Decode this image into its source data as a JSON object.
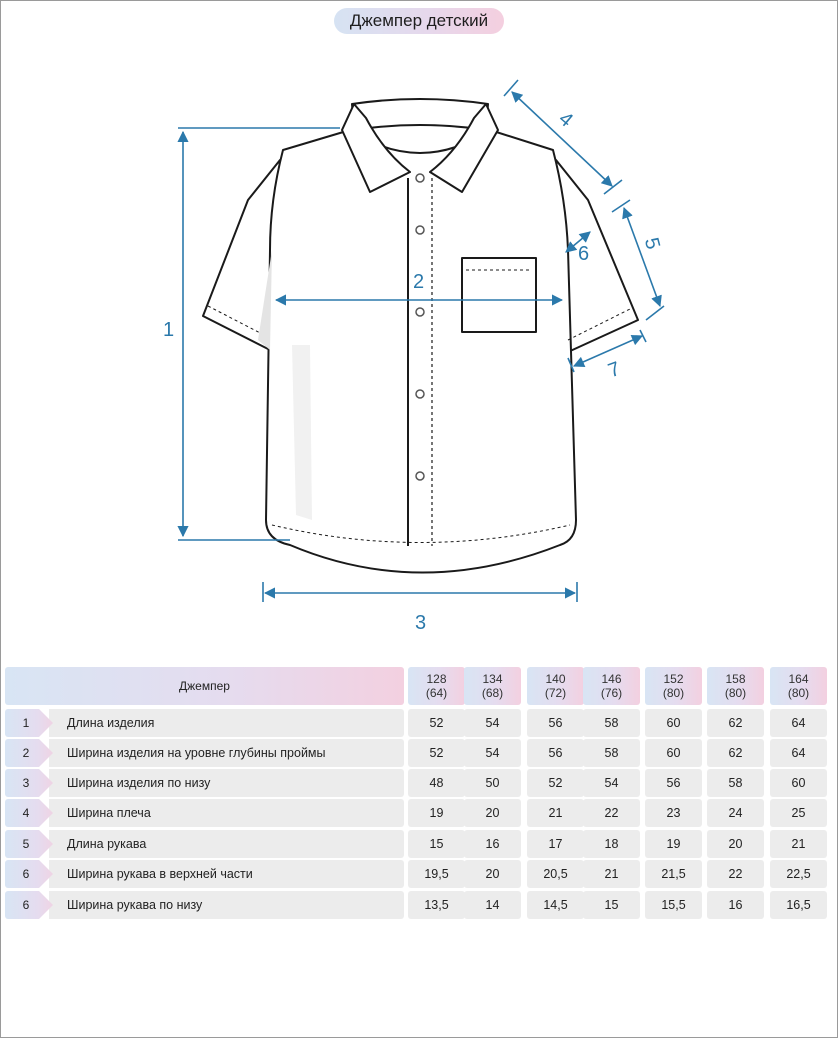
{
  "title": "Джемпер детский",
  "diagram": {
    "colors": {
      "dimension": "#2b79ab",
      "outline": "#1a1a1a",
      "shade": "#e4e4e4"
    },
    "labels": [
      "1",
      "2",
      "3",
      "4",
      "5",
      "6",
      "7"
    ]
  },
  "table": {
    "header_label": "Джемпер",
    "sizes": [
      {
        "height": "128",
        "chest": "(64)"
      },
      {
        "height": "134",
        "chest": "(68)"
      },
      {
        "height": "140",
        "chest": "(72)"
      },
      {
        "height": "146",
        "chest": "(76)"
      },
      {
        "height": "152",
        "chest": "(80)"
      },
      {
        "height": "158",
        "chest": "(80)"
      },
      {
        "height": "164",
        "chest": "(80)"
      }
    ],
    "rows": [
      {
        "num": "1",
        "label": "Длина изделия",
        "values": [
          "52",
          "54",
          "56",
          "58",
          "60",
          "62",
          "64"
        ]
      },
      {
        "num": "2",
        "label": "Ширина изделия на уровне глубины проймы",
        "values": [
          "52",
          "54",
          "56",
          "58",
          "60",
          "62",
          "64"
        ]
      },
      {
        "num": "3",
        "label": "Ширина изделия по низу",
        "values": [
          "48",
          "50",
          "52",
          "54",
          "56",
          "58",
          "60"
        ]
      },
      {
        "num": "4",
        "label": "Ширина плеча",
        "values": [
          "19",
          "20",
          "21",
          "22",
          "23",
          "24",
          "25"
        ]
      },
      {
        "num": "5",
        "label": "Длина рукава",
        "values": [
          "15",
          "16",
          "17",
          "18",
          "19",
          "20",
          "21"
        ]
      },
      {
        "num": "6",
        "label": "Ширина рукава в верхней части",
        "values": [
          "19,5",
          "20",
          "20,5",
          "21",
          "21,5",
          "22",
          "22,5"
        ]
      },
      {
        "num": "6",
        "label": "Ширина рукава по низу",
        "values": [
          "13,5",
          "14",
          "14,5",
          "15",
          "15,5",
          "16",
          "16,5"
        ]
      }
    ]
  }
}
